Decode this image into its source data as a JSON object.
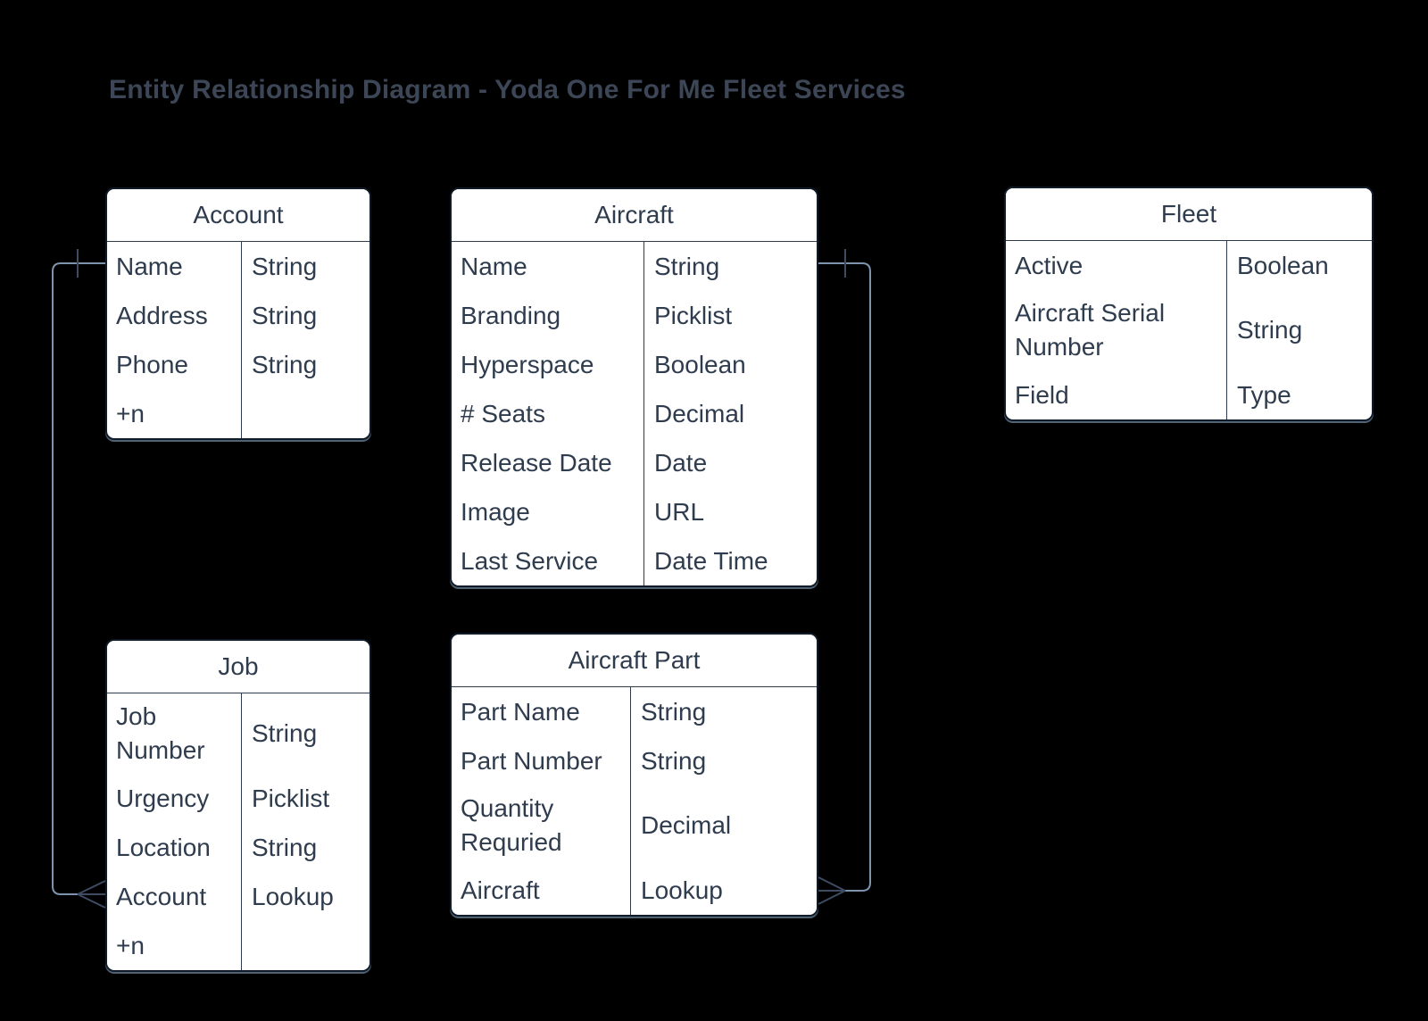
{
  "title": "Entity Relationship Diagram - Yoda One For Me Fleet Services",
  "colors": {
    "background": "#000000",
    "entity_fill": "#ffffff",
    "entity_border": "#101b29",
    "entity_text": "#2f3c4e",
    "title_text": "#3d4656",
    "relationship_line": "#7e94ae",
    "relationship_marker": "#3d4c63"
  },
  "entities": {
    "account": {
      "title": "Account",
      "rows": [
        {
          "field": "Name",
          "type": "String"
        },
        {
          "field": "Address",
          "type": "String"
        },
        {
          "field": "Phone",
          "type": "String"
        },
        {
          "field": "+n",
          "type": ""
        }
      ]
    },
    "aircraft": {
      "title": "Aircraft",
      "rows": [
        {
          "field": "Name",
          "type": "String"
        },
        {
          "field": "Branding",
          "type": "Picklist"
        },
        {
          "field": "Hyperspace",
          "type": "Boolean"
        },
        {
          "field": "# Seats",
          "type": "Decimal"
        },
        {
          "field": "Release Date",
          "type": "Date"
        },
        {
          "field": "Image",
          "type": "URL"
        },
        {
          "field": "Last Service",
          "type": "Date Time"
        }
      ]
    },
    "fleet": {
      "title": "Fleet",
      "rows": [
        {
          "field": "Active",
          "type": "Boolean"
        },
        {
          "field": "Aircraft Serial Number",
          "type": "String"
        },
        {
          "field": "Field",
          "type": "Type"
        }
      ]
    },
    "job": {
      "title": "Job",
      "rows": [
        {
          "field": "Job Number",
          "type": "String"
        },
        {
          "field": "Urgency",
          "type": "Picklist"
        },
        {
          "field": "Location",
          "type": "String"
        },
        {
          "field": "Account",
          "type": "Lookup"
        },
        {
          "field": "+n",
          "type": ""
        }
      ]
    },
    "aircraft_part": {
      "title": "Aircraft Part",
      "rows": [
        {
          "field": "Part Name",
          "type": "String"
        },
        {
          "field": "Part Number",
          "type": "String"
        },
        {
          "field": "Quantity Requried",
          "type": "Decimal"
        },
        {
          "field": "Aircraft",
          "type": "Lookup"
        }
      ]
    }
  },
  "relationships": [
    {
      "from": "Account",
      "to": "Job",
      "from_cardinality": "one",
      "to_cardinality": "many"
    },
    {
      "from": "Aircraft",
      "to": "Aircraft Part",
      "from_cardinality": "one",
      "to_cardinality": "many"
    }
  ]
}
